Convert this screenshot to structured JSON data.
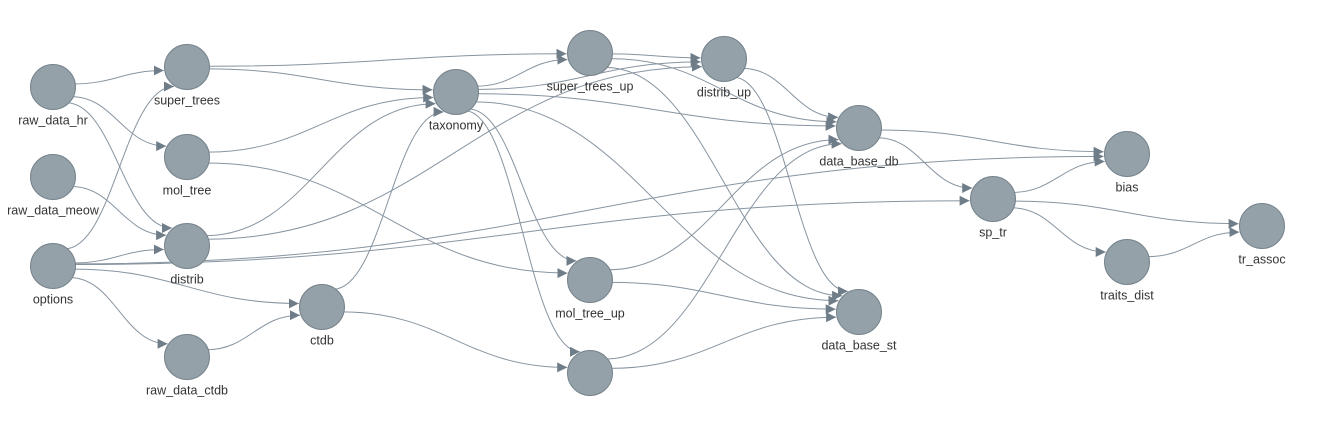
{
  "colors": {
    "node_fill": "#95a1a9",
    "node_stroke": "#76838c",
    "edge": "#8794a0",
    "arrow": "#6f7d89",
    "label": "#333333"
  },
  "nodes": [
    {
      "id": "raw_data_hr",
      "label": "raw_data_hr"
    },
    {
      "id": "raw_data_meow",
      "label": "raw_data_meow"
    },
    {
      "id": "options",
      "label": "options"
    },
    {
      "id": "super_trees",
      "label": "super_trees"
    },
    {
      "id": "mol_tree",
      "label": "mol_tree"
    },
    {
      "id": "distrib",
      "label": "distrib"
    },
    {
      "id": "raw_data_ctdb",
      "label": "raw_data_ctdb"
    },
    {
      "id": "ctdb",
      "label": "ctdb"
    },
    {
      "id": "taxonomy",
      "label": "taxonomy"
    },
    {
      "id": "super_trees_up",
      "label": "super_trees_up"
    },
    {
      "id": "distrib_up",
      "label": "distrib_up"
    },
    {
      "id": "mol_tree_up",
      "label": "mol_tree_up"
    },
    {
      "id": "unlabeled_node",
      "label": ""
    },
    {
      "id": "data_base_db",
      "label": "data_base_db"
    },
    {
      "id": "data_base_st",
      "label": "data_base_st"
    },
    {
      "id": "sp_tr",
      "label": "sp_tr"
    },
    {
      "id": "bias",
      "label": "bias"
    },
    {
      "id": "traits_dist",
      "label": "traits_dist"
    },
    {
      "id": "tr_assoc",
      "label": "tr_assoc"
    }
  ],
  "edges": [
    [
      "raw_data_hr",
      "super_trees"
    ],
    [
      "raw_data_hr",
      "mol_tree"
    ],
    [
      "raw_data_hr",
      "distrib"
    ],
    [
      "raw_data_meow",
      "distrib"
    ],
    [
      "options",
      "super_trees"
    ],
    [
      "options",
      "distrib"
    ],
    [
      "options",
      "raw_data_ctdb"
    ],
    [
      "options",
      "ctdb"
    ],
    [
      "options",
      "bias"
    ],
    [
      "options",
      "sp_tr"
    ],
    [
      "super_trees",
      "taxonomy"
    ],
    [
      "super_trees",
      "super_trees_up"
    ],
    [
      "mol_tree",
      "taxonomy"
    ],
    [
      "mol_tree",
      "mol_tree_up"
    ],
    [
      "distrib",
      "taxonomy"
    ],
    [
      "distrib",
      "distrib_up"
    ],
    [
      "raw_data_ctdb",
      "ctdb"
    ],
    [
      "ctdb",
      "taxonomy"
    ],
    [
      "ctdb",
      "unlabeled_node"
    ],
    [
      "taxonomy",
      "super_trees_up"
    ],
    [
      "taxonomy",
      "distrib_up"
    ],
    [
      "taxonomy",
      "mol_tree_up"
    ],
    [
      "taxonomy",
      "unlabeled_node"
    ],
    [
      "taxonomy",
      "data_base_db"
    ],
    [
      "taxonomy",
      "data_base_st"
    ],
    [
      "super_trees_up",
      "distrib_up"
    ],
    [
      "super_trees_up",
      "data_base_db"
    ],
    [
      "super_trees_up",
      "data_base_st"
    ],
    [
      "distrib_up",
      "data_base_db"
    ],
    [
      "distrib_up",
      "data_base_st"
    ],
    [
      "mol_tree_up",
      "data_base_db"
    ],
    [
      "mol_tree_up",
      "data_base_st"
    ],
    [
      "unlabeled_node",
      "data_base_db"
    ],
    [
      "unlabeled_node",
      "data_base_st"
    ],
    [
      "data_base_db",
      "bias"
    ],
    [
      "data_base_db",
      "sp_tr"
    ],
    [
      "sp_tr",
      "bias"
    ],
    [
      "sp_tr",
      "traits_dist"
    ],
    [
      "sp_tr",
      "tr_assoc"
    ],
    [
      "traits_dist",
      "tr_assoc"
    ]
  ]
}
